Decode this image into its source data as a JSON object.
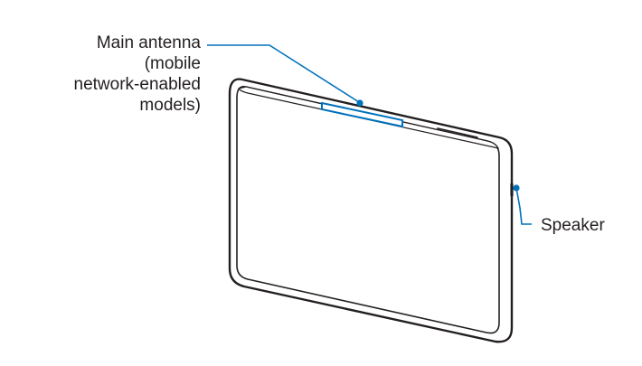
{
  "labels": {
    "main_antenna": {
      "line1": "Main antenna",
      "line2": "(mobile",
      "line3": "network-enabled",
      "line4": "models)"
    },
    "speaker": "Speaker"
  },
  "colors": {
    "device_outline": "#231f20",
    "device_fill": "#ffffff",
    "callout": "#0072bc",
    "text": "#231f20"
  },
  "icons": {
    "device": "tablet-back-view"
  }
}
